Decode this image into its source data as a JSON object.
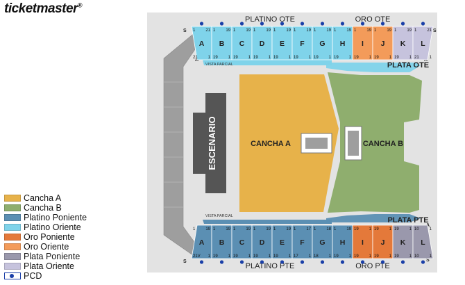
{
  "brand": {
    "name": "ticketmaster",
    "mark": "®"
  },
  "stage": "ESCENARIO",
  "fields": {
    "cancha_a": "CANCHA A",
    "cancha_b": "CANCHA B"
  },
  "stand_labels": {
    "platino_ote": "PLATINO OTE",
    "oro_ote": "ORO OTE",
    "plata_ote": "PLATA OTE",
    "platino_pte": "PLATINO PTE",
    "oro_pte": "ORO PTE",
    "plata_pte": "PLATA PTE",
    "vista_parcial_top": "VISTA PARCIAL",
    "vista_parcial_bottom": "VISTA PARCIAL",
    "corner_s_top_left": "S",
    "corner_a_top_left": "A",
    "corner_s_top_right": "S",
    "corner_a_top_right": "A",
    "corner_s_bottom_left": "S",
    "corner_a_bottom_right": "A",
    "corner_s_bottom_right": "S"
  },
  "colors": {
    "cancha_a": "#e7b24a",
    "cancha_b": "#8fae6e",
    "platino_poniente": "#5b8fb3",
    "platino_oriente": "#7fd3ea",
    "oro_poniente": "#e4793a",
    "oro_oriente": "#f39b5a",
    "plata_poniente": "#9a98ac",
    "plata_oriente": "#c6c3dd",
    "stadium": "#e3e3e3",
    "grey_stand": "#9e9e9e",
    "stage": "#555555",
    "pcd": "#1a3fa8"
  },
  "top_sections": [
    {
      "id": "A",
      "tl": "1",
      "tr": "21",
      "bl": "21",
      "br": "1",
      "zone": "platino_oriente"
    },
    {
      "id": "B",
      "tl": "1",
      "tr": "19",
      "bl": "19",
      "br": "1",
      "zone": "platino_oriente"
    },
    {
      "id": "C",
      "tl": "1",
      "tr": "19",
      "bl": "19",
      "br": "1",
      "zone": "platino_oriente"
    },
    {
      "id": "D",
      "tl": "1",
      "tr": "19",
      "bl": "19",
      "br": "1",
      "zone": "platino_oriente"
    },
    {
      "id": "E",
      "tl": "1",
      "tr": "19",
      "bl": "19",
      "br": "1",
      "zone": "platino_oriente"
    },
    {
      "id": "F",
      "tl": "1",
      "tr": "19",
      "bl": "19",
      "br": "1",
      "zone": "platino_oriente"
    },
    {
      "id": "G",
      "tl": "1",
      "tr": "19",
      "bl": "19",
      "br": "1",
      "zone": "platino_oriente"
    },
    {
      "id": "H",
      "tl": "1",
      "tr": "19",
      "bl": "19",
      "br": "1",
      "zone": "platino_oriente"
    },
    {
      "id": "I",
      "tl": "1",
      "tr": "19",
      "bl": "19",
      "br": "1",
      "zone": "oro_oriente"
    },
    {
      "id": "J",
      "tl": "1",
      "tr": "19",
      "bl": "19",
      "br": "1",
      "zone": "oro_oriente"
    },
    {
      "id": "K",
      "tl": "1",
      "tr": "19",
      "bl": "19",
      "br": "1",
      "zone": "plata_oriente"
    },
    {
      "id": "L",
      "tl": "1",
      "tr": "21",
      "bl": "21",
      "br": "1",
      "zone": "plata_oriente"
    }
  ],
  "bottom_sections": [
    {
      "id": "A",
      "tl": "1",
      "tr": "19",
      "bl": "21V",
      "br": "1",
      "zone": "platino_poniente"
    },
    {
      "id": "B",
      "tl": "1",
      "tr": "19",
      "bl": "19",
      "br": "1",
      "zone": "platino_poniente"
    },
    {
      "id": "C",
      "tl": "1",
      "tr": "19",
      "bl": "19",
      "br": "1",
      "zone": "platino_poniente"
    },
    {
      "id": "D",
      "tl": "1",
      "tr": "19",
      "bl": "19",
      "br": "1",
      "zone": "platino_poniente"
    },
    {
      "id": "E",
      "tl": "1",
      "tr": "19",
      "bl": "19",
      "br": "1",
      "zone": "platino_poniente"
    },
    {
      "id": "F",
      "tl": "1",
      "tr": "17",
      "bl": "17",
      "br": "1",
      "zone": "platino_poniente"
    },
    {
      "id": "G",
      "tl": "1",
      "tr": "18",
      "bl": "18",
      "br": "1",
      "zone": "platino_poniente"
    },
    {
      "id": "H",
      "tl": "1",
      "tr": "19",
      "bl": "19",
      "br": "1",
      "zone": "platino_poniente"
    },
    {
      "id": "I",
      "tl": "19",
      "tr": "1",
      "bl": "19",
      "br": "1",
      "zone": "oro_poniente"
    },
    {
      "id": "J",
      "tl": "19",
      "tr": "1",
      "bl": "19",
      "br": "1",
      "zone": "oro_poniente"
    },
    {
      "id": "K",
      "tl": "19",
      "tr": "1",
      "bl": "19",
      "br": "1",
      "zone": "plata_poniente"
    },
    {
      "id": "L",
      "tl": "10",
      "tr": "1",
      "bl": "10",
      "br": "1",
      "zone": "plata_poniente"
    }
  ],
  "legend": [
    {
      "label": "Cancha A",
      "color": "#e7b24a"
    },
    {
      "label": "Cancha B",
      "color": "#8fae6e"
    },
    {
      "label": "Platino Poniente",
      "color": "#5b8fb3"
    },
    {
      "label": "Platino Oriente",
      "color": "#7fd3ea"
    },
    {
      "label": "Oro Poniente",
      "color": "#e4793a"
    },
    {
      "label": "Oro Oriente",
      "color": "#f39b5a"
    },
    {
      "label": "Plata Poniente",
      "color": "#9a98ac"
    },
    {
      "label": "Plata Oriente",
      "color": "#c6c3dd"
    },
    {
      "label": "PCD",
      "color": "#ffffff",
      "icon": "wheelchair-icon"
    }
  ]
}
